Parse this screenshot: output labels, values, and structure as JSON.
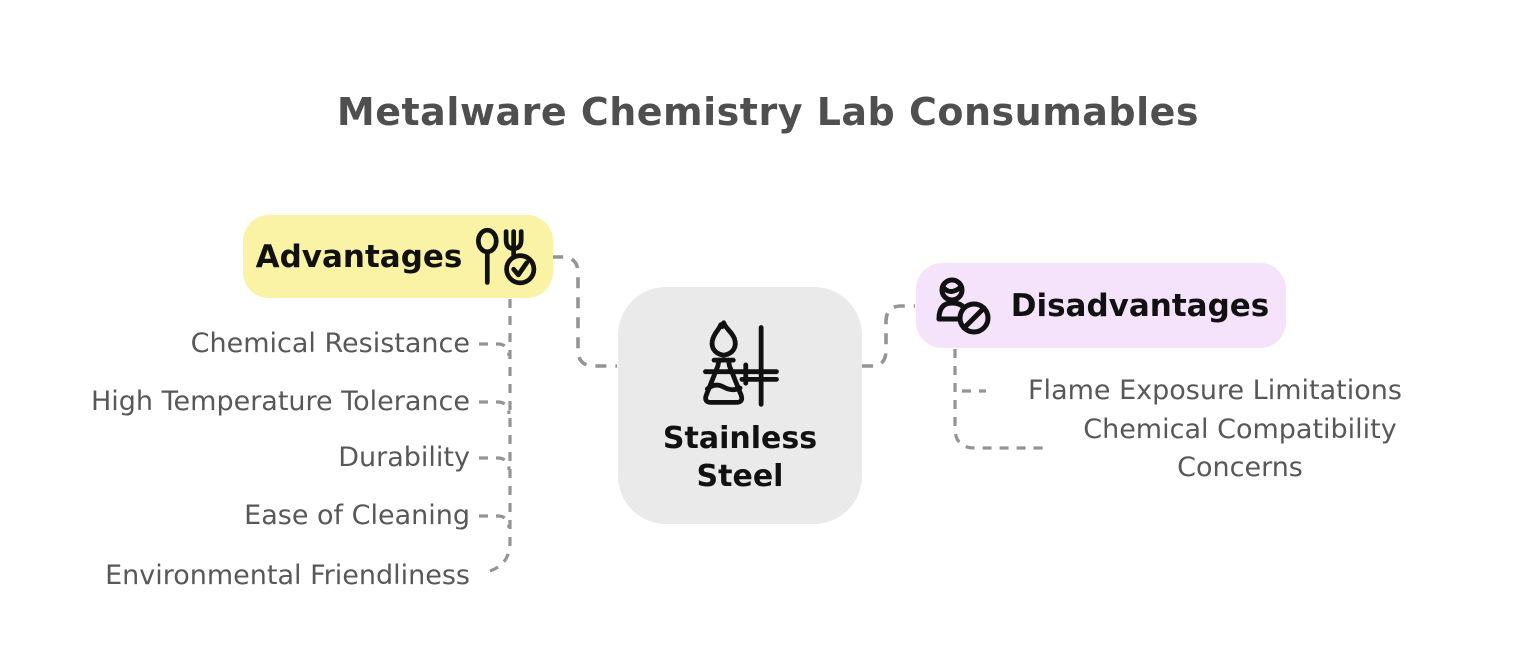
{
  "title": "Metalware Chemistry Lab Consumables",
  "center_node": {
    "label": "Stainless Steel",
    "icon": "flask-burner-stand-icon"
  },
  "advantages": {
    "label": "Advantages",
    "icon": "utensils-check-icon",
    "items": [
      "Chemical Resistance",
      "High Temperature Tolerance",
      "Durability",
      "Ease of Cleaning",
      "Environmental Friendliness"
    ]
  },
  "disadvantages": {
    "label": "Disadvantages",
    "icon": "user-blocked-icon",
    "items": [
      "Flame Exposure Limitations",
      "Chemical Compatibility Concerns"
    ]
  },
  "colors": {
    "advantages_bg": "#FAF3A6",
    "disadvantages_bg": "#F5E3FB",
    "center_bg": "#EAEAEA",
    "node_text": "#111111",
    "item_text": "#585858",
    "title_text": "#4F4F4F",
    "connector": "#949494",
    "background": "#FFFFFF"
  }
}
